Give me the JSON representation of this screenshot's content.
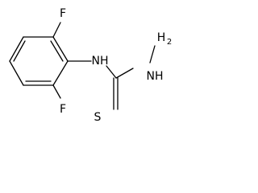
{
  "molecule": {
    "atoms": {
      "f_top": "F",
      "f_bottom": "F",
      "nh": "NH",
      "nh_terminal": "NH",
      "nh2_h": "H",
      "nh2_sub": "2",
      "sulfur": "S"
    },
    "colors": {
      "bond": "#000000",
      "label": "#000000",
      "background": "#ffffff"
    }
  }
}
